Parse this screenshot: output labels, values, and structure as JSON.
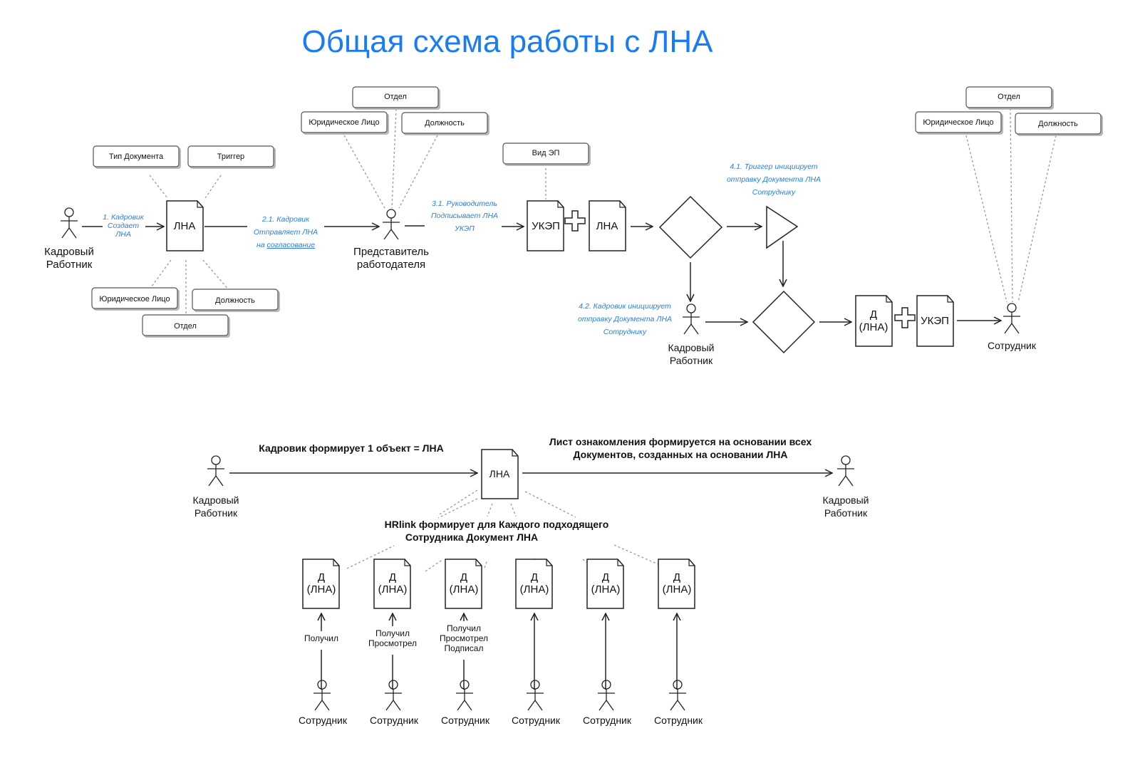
{
  "title": "Общая схема работы с ЛНА",
  "colors": {
    "title": "#1a7cf5",
    "step_text": "#2a7de1",
    "stroke": "#222222",
    "dashed": "#9a9a9a"
  },
  "top_flow": {
    "actor_hr": {
      "line1": "Кадровый",
      "line2": "Работник"
    },
    "step1": {
      "line1": "1. Кадровик",
      "line2": "Создает",
      "line3": "ЛНА"
    },
    "doc_lna": "ЛНА",
    "lna_tags": {
      "doc_type": "Тип Документа",
      "trigger": "Триггер",
      "legal_entity": "Юридическое Лицо",
      "position": "Должность",
      "department": "Отдел"
    },
    "step21": {
      "line1": "2.1. Кадровик",
      "line2": "Отправляет  ЛНА",
      "line3_prefix": "на ",
      "line3_link": "согласование"
    },
    "actor_rep": {
      "line1": "Представитель",
      "line2": "работодателя",
      "tags": {
        "department": "Отдел",
        "legal_entity": "Юридическое Лицо",
        "position": "Должность"
      }
    },
    "step31": {
      "line1": "3.1. Руководитель",
      "line2": "Подписывает ЛНА",
      "line3": "УКЭП"
    },
    "es_type_tag": "Вид ЭП",
    "doc_ukep": "УКЭП",
    "doc_lna2": "ЛНА",
    "step41": {
      "line1": "4.1. Триггер инициирует",
      "line2": "отправку Документа ЛНА",
      "line3": "Сотруднику"
    },
    "step42": {
      "line1": "4.2. Кадровик инициирует",
      "line2": "отправку Документа ЛНА",
      "line3": "Сотруднику"
    },
    "actor_hr2": {
      "line1": "Кадровый",
      "line2": "Работник"
    },
    "doc_d": {
      "line1": "Д",
      "line2": "(ЛНА)"
    },
    "doc_ukep2": "УКЭП",
    "actor_employee": {
      "label": "Сотрудник",
      "tags": {
        "department": "Отдел",
        "legal_entity": "Юридическое Лицо",
        "position": "Должность"
      }
    }
  },
  "bottom_flow": {
    "actor_hr_left": {
      "line1": "Кадровый",
      "line2": "Работник"
    },
    "caption_left": "Кадровик формирует 1 объект = ЛНА",
    "doc_lna": "ЛНА",
    "caption_right": {
      "line1": "Лист ознакомления формируется на основании всех",
      "line2": "Документов, созданных на основании ЛНА"
    },
    "actor_hr_right": {
      "line1": "Кадровый",
      "line2": "Работник"
    },
    "caption_middle": {
      "line1": "HRlink формирует для Каждого подходящего",
      "line2": "Сотрудника Документ ЛНА"
    },
    "employee_docs": [
      {
        "doc_line1": "Д",
        "doc_line2": "(ЛНА)",
        "status": [
          "Получил"
        ],
        "actor": "Сотрудник"
      },
      {
        "doc_line1": "Д",
        "doc_line2": "(ЛНА)",
        "status": [
          "Получил",
          "Просмотрел"
        ],
        "actor": "Сотрудник"
      },
      {
        "doc_line1": "Д",
        "doc_line2": "(ЛНА)",
        "status": [
          "Получил",
          "Просмотрел",
          "Подписал"
        ],
        "actor": "Сотрудник"
      },
      {
        "doc_line1": "Д",
        "doc_line2": "(ЛНА)",
        "status": [],
        "actor": "Сотрудник"
      },
      {
        "doc_line1": "Д",
        "doc_line2": "(ЛНА)",
        "status": [],
        "actor": "Сотрудник"
      },
      {
        "doc_line1": "Д",
        "doc_line2": "(ЛНА)",
        "status": [],
        "actor": "Сотрудник"
      }
    ]
  }
}
